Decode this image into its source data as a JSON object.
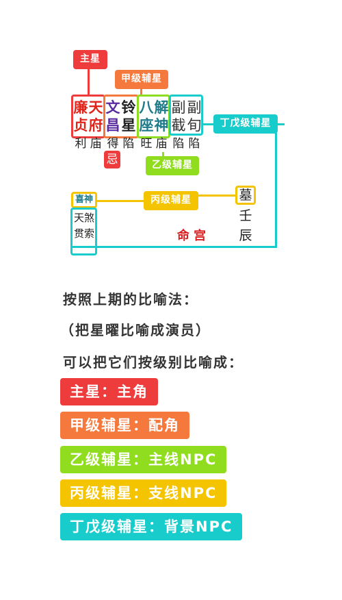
{
  "colors": {
    "red": "#ee3b3b",
    "orange": "#f5783c",
    "green": "#8fdd1e",
    "yellow": "#f5c400",
    "cyan": "#19cccc",
    "purple": "#5a2ca0",
    "teal": "#1d7b8a",
    "dark": "#222222"
  },
  "diagram": {
    "tags": {
      "main_star": "主星",
      "class_a": "甲级辅星",
      "class_b": "乙级辅星",
      "class_c": "丙级辅星",
      "class_d": "丁戊级辅星",
      "xishen": "喜神"
    },
    "stars": {
      "lian": "廉",
      "tian1": "天",
      "zhen": "贞",
      "fu": "府",
      "wen": "文",
      "ling": "铃",
      "chang": "昌",
      "xing1": "星",
      "ba": "八",
      "jie": "解",
      "zuo": "座",
      "shen": "神",
      "fu1": "副",
      "fu2": "副",
      "jie2": "截",
      "xun": "旬"
    },
    "brightness": {
      "li": "利",
      "miao1": "庙",
      "de": "得",
      "xian1": "陷",
      "wang": "旺",
      "miao2": "庙",
      "xian2": "陷",
      "xian3": "陷"
    },
    "ji": "忌",
    "small_stars": {
      "tian_sha": "天煞",
      "guan_suo": "贯索"
    },
    "palace": {
      "mu": "墓",
      "ren": "壬",
      "chen": "辰",
      "name": "命 宫"
    }
  },
  "text": {
    "p1": "按照上期的比喻法：",
    "p2": "（把星曜比喻成演员）",
    "p3": "可以把它们按级别比喻成："
  },
  "legend": [
    {
      "label": "主星：主角"
    },
    {
      "label": "甲级辅星：配角"
    },
    {
      "label": "乙级辅星：主线NPC"
    },
    {
      "label": "丙级辅星：支线NPC"
    },
    {
      "label": "丁戊级辅星：背景NPC"
    }
  ]
}
